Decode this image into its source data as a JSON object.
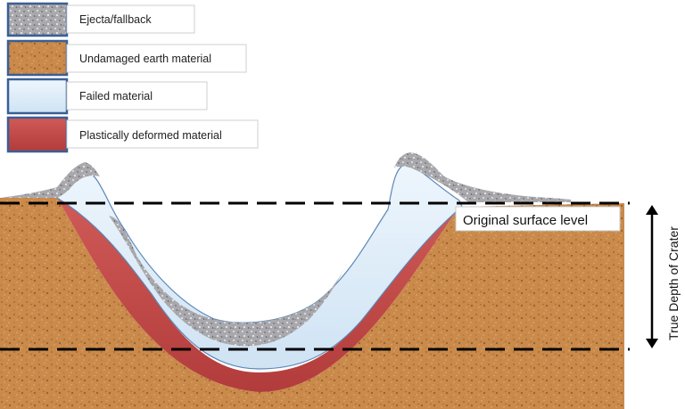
{
  "legend": [
    {
      "id": "ejecta",
      "label": "Ejecta/fallback",
      "fill": "ejecta-pattern",
      "color": "#a9a9ad"
    },
    {
      "id": "undamaged",
      "label": "Undamaged earth material",
      "fill": "earth-pattern",
      "color": "#c98a4b"
    },
    {
      "id": "failed",
      "label": "Failed material",
      "fill": "failed-pattern",
      "color": "#d7e9f7"
    },
    {
      "id": "plastic",
      "label": "Plastically deformed material",
      "fill": "plastic-pattern",
      "color": "#c24a48"
    }
  ],
  "annotations": {
    "original_surface": "Original surface level",
    "true_depth": "True Depth of Crater"
  },
  "colors": {
    "swatch_border": "#3b5f95",
    "label_border": "#cfcfcf",
    "line": "#000000",
    "failed_edge": "#5b87b8"
  }
}
